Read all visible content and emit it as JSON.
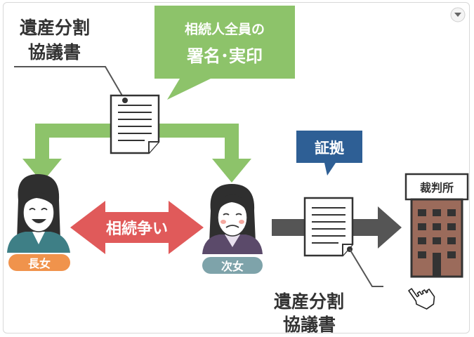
{
  "labels": {
    "top_document_line1": "遺産分割",
    "top_document_line2": "協議書",
    "signature_line1": "相続人全員の",
    "signature_line2": "署名･実印",
    "dispute": "相続争い",
    "evidence": "証拠",
    "court": "裁判所",
    "eldest_daughter": "長女",
    "second_daughter": "次女",
    "bottom_document_line1": "遺産分割",
    "bottom_document_line2": "協議書"
  },
  "colors": {
    "green": "#8dc36a",
    "red": "#e05a5a",
    "navy": "#2e5f95",
    "orange": "#f0934c",
    "teal": "#7ea3aa",
    "dark_gray": "#555555",
    "building": "#9b6b5b"
  },
  "icons": {
    "dropdown": "chevron-down-icon",
    "cursor": "hand-pointer-icon"
  }
}
